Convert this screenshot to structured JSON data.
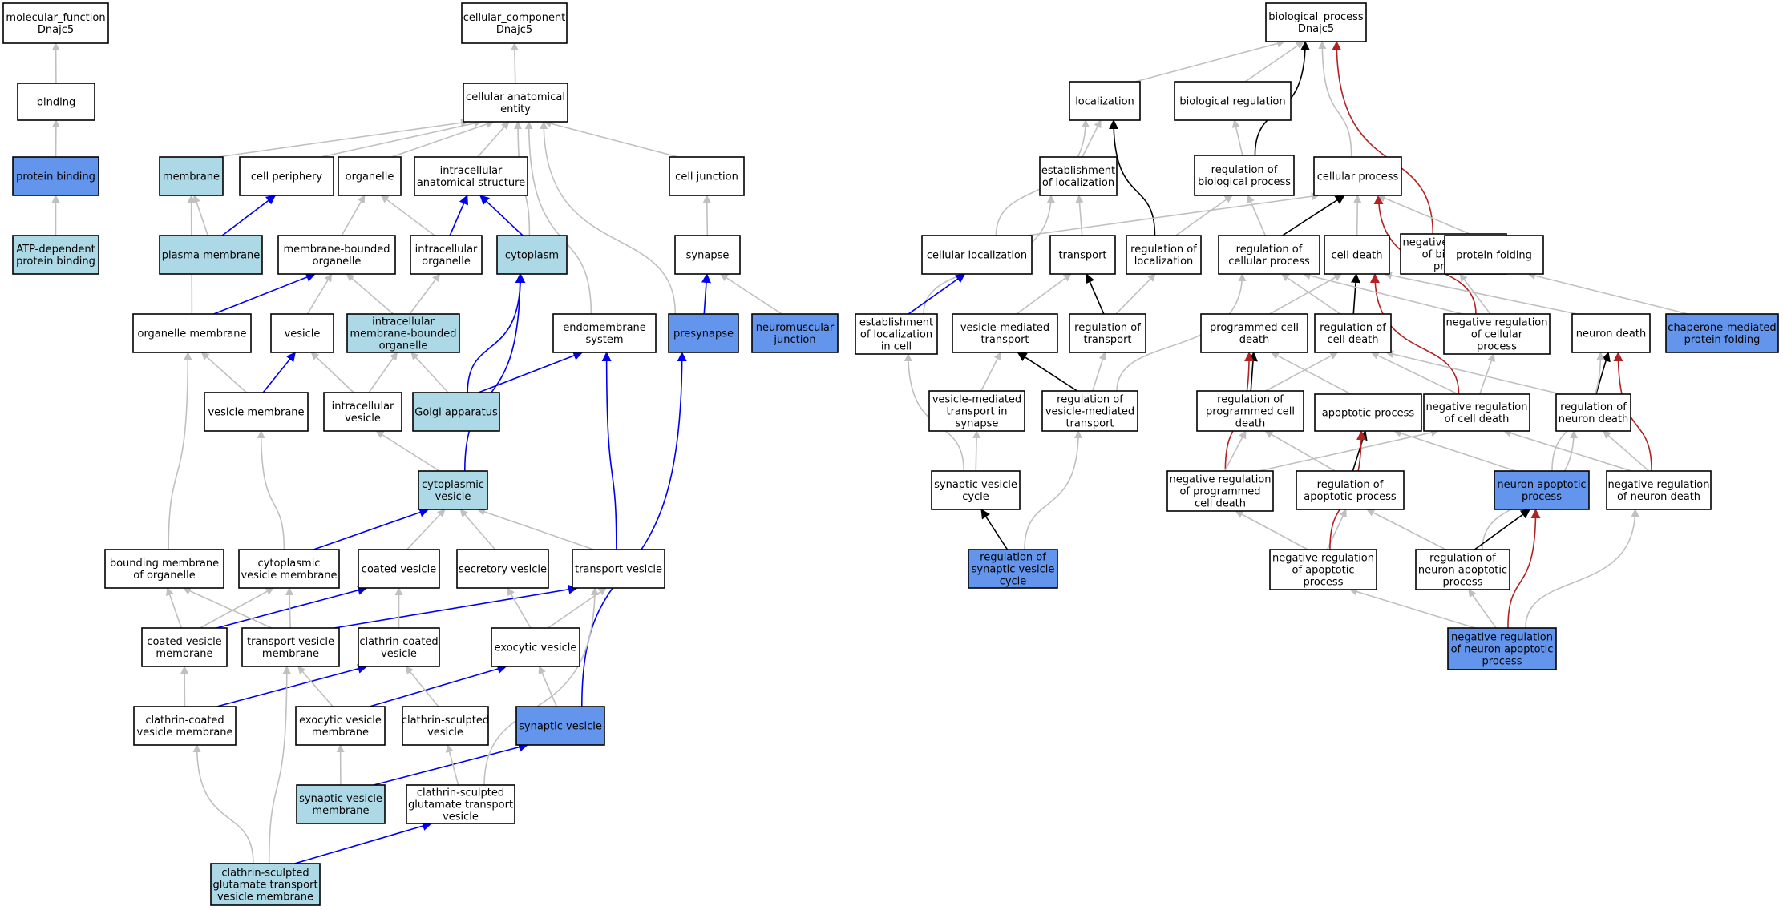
{
  "colors": {
    "plain": "#ffffff",
    "light": "#add8e6",
    "dark": "#6495ed",
    "gray": "#c0c0c0",
    "blue": "#0000ee",
    "black": "#000000",
    "red": "#b22222"
  },
  "nodes": {
    "mf": {
      "lines": [
        "molecular_function",
        "Dnajc5"
      ],
      "fill": "plain"
    },
    "binding": {
      "lines": [
        "binding"
      ],
      "fill": "plain"
    },
    "protbind": {
      "lines": [
        "protein binding"
      ],
      "fill": "dark"
    },
    "atpbind": {
      "lines": [
        "ATP-dependent",
        "protein binding"
      ],
      "fill": "light"
    },
    "cc": {
      "lines": [
        "cellular_component",
        "Dnajc5"
      ],
      "fill": "plain"
    },
    "cae": {
      "lines": [
        "cellular anatomical",
        "entity"
      ],
      "fill": "plain"
    },
    "membrane": {
      "lines": [
        "membrane"
      ],
      "fill": "light"
    },
    "cellper": {
      "lines": [
        "cell periphery"
      ],
      "fill": "plain"
    },
    "organelle": {
      "lines": [
        "organelle"
      ],
      "fill": "plain"
    },
    "intraanat": {
      "lines": [
        "intracellular",
        "anatomical structure"
      ],
      "fill": "plain"
    },
    "celljunc": {
      "lines": [
        "cell junction"
      ],
      "fill": "plain"
    },
    "plasmamem": {
      "lines": [
        "plasma membrane"
      ],
      "fill": "light"
    },
    "membound": {
      "lines": [
        "membrane-bounded",
        "organelle"
      ],
      "fill": "plain"
    },
    "intraorg": {
      "lines": [
        "intracellular",
        "organelle"
      ],
      "fill": "plain"
    },
    "cytoplasm": {
      "lines": [
        "cytoplasm"
      ],
      "fill": "light"
    },
    "synapse": {
      "lines": [
        "synapse"
      ],
      "fill": "plain"
    },
    "orgmem": {
      "lines": [
        "organelle membrane"
      ],
      "fill": "plain"
    },
    "vesicle": {
      "lines": [
        "vesicle"
      ],
      "fill": "plain"
    },
    "intramemorg": {
      "lines": [
        "intracellular",
        "membrane-bounded",
        "organelle"
      ],
      "fill": "light"
    },
    "endomem": {
      "lines": [
        "endomembrane",
        "system"
      ],
      "fill": "plain"
    },
    "presynapse": {
      "lines": [
        "presynapse"
      ],
      "fill": "dark"
    },
    "nmj": {
      "lines": [
        "neuromuscular",
        "junction"
      ],
      "fill": "dark"
    },
    "vesmem": {
      "lines": [
        "vesicle membrane"
      ],
      "fill": "plain"
    },
    "intraves": {
      "lines": [
        "intracellular",
        "vesicle"
      ],
      "fill": "plain"
    },
    "golgi": {
      "lines": [
        "Golgi apparatus"
      ],
      "fill": "light"
    },
    "cytoves": {
      "lines": [
        "cytoplasmic",
        "vesicle"
      ],
      "fill": "light"
    },
    "boundmem": {
      "lines": [
        "bounding membrane",
        "of organelle"
      ],
      "fill": "plain"
    },
    "cytovesmem": {
      "lines": [
        "cytoplasmic",
        "vesicle membrane"
      ],
      "fill": "plain"
    },
    "coatedves": {
      "lines": [
        "coated vesicle"
      ],
      "fill": "plain"
    },
    "secretves": {
      "lines": [
        "secretory vesicle"
      ],
      "fill": "plain"
    },
    "transves": {
      "lines": [
        "transport vesicle"
      ],
      "fill": "plain"
    },
    "coatedvesmem": {
      "lines": [
        "coated vesicle",
        "membrane"
      ],
      "fill": "plain"
    },
    "transvesmem": {
      "lines": [
        "transport vesicle",
        "membrane"
      ],
      "fill": "plain"
    },
    "clathves": {
      "lines": [
        "clathrin-coated",
        "vesicle"
      ],
      "fill": "plain"
    },
    "exoves": {
      "lines": [
        "exocytic vesicle"
      ],
      "fill": "plain"
    },
    "clathvesmem": {
      "lines": [
        "clathrin-coated",
        "vesicle membrane"
      ],
      "fill": "plain"
    },
    "exovesmem": {
      "lines": [
        "exocytic vesicle",
        "membrane"
      ],
      "fill": "plain"
    },
    "clathsculpt": {
      "lines": [
        "clathrin-sculpted",
        "vesicle"
      ],
      "fill": "plain"
    },
    "synves": {
      "lines": [
        "synaptic vesicle"
      ],
      "fill": "dark"
    },
    "synvesmem": {
      "lines": [
        "synaptic vesicle",
        "membrane"
      ],
      "fill": "light"
    },
    "csgtv": {
      "lines": [
        "clathrin-sculpted",
        "glutamate transport",
        "vesicle"
      ],
      "fill": "plain"
    },
    "csgtvm": {
      "lines": [
        "clathrin-sculpted",
        "glutamate transport",
        "vesicle membrane"
      ],
      "fill": "light"
    },
    "bp": {
      "lines": [
        "biological_process",
        "Dnajc5"
      ],
      "fill": "plain"
    },
    "localiz": {
      "lines": [
        "localization"
      ],
      "fill": "plain"
    },
    "bioreg": {
      "lines": [
        "biological regulation"
      ],
      "fill": "plain"
    },
    "estloc": {
      "lines": [
        "establishment",
        "of localization"
      ],
      "fill": "plain"
    },
    "regbio": {
      "lines": [
        "regulation of",
        "biological process"
      ],
      "fill": "plain"
    },
    "cellproc": {
      "lines": [
        "cellular process"
      ],
      "fill": "plain"
    },
    "cellloc": {
      "lines": [
        "cellular localization"
      ],
      "fill": "plain"
    },
    "transport": {
      "lines": [
        "transport"
      ],
      "fill": "plain"
    },
    "regloc": {
      "lines": [
        "regulation of",
        "localization"
      ],
      "fill": "plain"
    },
    "regcell": {
      "lines": [
        "regulation of",
        "cellular process"
      ],
      "fill": "plain"
    },
    "celldeath": {
      "lines": [
        "cell death"
      ],
      "fill": "plain"
    },
    "negregbio": {
      "lines": [
        "negative regulation",
        "of biological",
        "process"
      ],
      "fill": "plain"
    },
    "protfold": {
      "lines": [
        "protein folding"
      ],
      "fill": "plain"
    },
    "estlocincell": {
      "lines": [
        "establishment",
        "of localization",
        "in cell"
      ],
      "fill": "plain"
    },
    "vmt": {
      "lines": [
        "vesicle-mediated",
        "transport"
      ],
      "fill": "plain"
    },
    "regtrans": {
      "lines": [
        "regulation of",
        "transport"
      ],
      "fill": "plain"
    },
    "pcd": {
      "lines": [
        "programmed cell",
        "death"
      ],
      "fill": "plain"
    },
    "regcd": {
      "lines": [
        "regulation of",
        "cell death"
      ],
      "fill": "plain"
    },
    "negregcell": {
      "lines": [
        "negative regulation",
        "of cellular",
        "process"
      ],
      "fill": "plain"
    },
    "neurondeath": {
      "lines": [
        "neuron death"
      ],
      "fill": "plain"
    },
    "chapfold": {
      "lines": [
        "chaperone-mediated",
        "protein folding"
      ],
      "fill": "dark"
    },
    "vmtsyn": {
      "lines": [
        "vesicle-mediated",
        "transport in",
        "synapse"
      ],
      "fill": "plain"
    },
    "regvmt": {
      "lines": [
        "regulation of",
        "vesicle-mediated",
        "transport"
      ],
      "fill": "plain"
    },
    "regpcd": {
      "lines": [
        "regulation of",
        "programmed cell",
        "death"
      ],
      "fill": "plain"
    },
    "apop": {
      "lines": [
        "apoptotic process"
      ],
      "fill": "plain"
    },
    "negregcd": {
      "lines": [
        "negative regulation",
        "of cell death"
      ],
      "fill": "plain"
    },
    "regnd": {
      "lines": [
        "regulation of",
        "neuron death"
      ],
      "fill": "plain"
    },
    "synvc": {
      "lines": [
        "synaptic vesicle",
        "cycle"
      ],
      "fill": "plain"
    },
    "negregpcd": {
      "lines": [
        "negative regulation",
        "of programmed",
        "cell death"
      ],
      "fill": "plain"
    },
    "regapop": {
      "lines": [
        "regulation of",
        "apoptotic process"
      ],
      "fill": "plain"
    },
    "neuronapop": {
      "lines": [
        "neuron apoptotic",
        "process"
      ],
      "fill": "dark"
    },
    "negregnd": {
      "lines": [
        "negative regulation",
        "of neuron death"
      ],
      "fill": "plain"
    },
    "regsvc": {
      "lines": [
        "regulation of",
        "synaptic vesicle",
        "cycle"
      ],
      "fill": "dark"
    },
    "negregapop": {
      "lines": [
        "negative regulation",
        "of apoptotic",
        "process"
      ],
      "fill": "plain"
    },
    "regnap": {
      "lines": [
        "regulation of",
        "neuron apoptotic",
        "process"
      ],
      "fill": "plain"
    },
    "negregnap": {
      "lines": [
        "negative regulation",
        "of neuron apoptotic",
        "process"
      ],
      "fill": "dark"
    }
  },
  "edges": [
    [
      "binding",
      "mf",
      "gray"
    ],
    [
      "protbind",
      "binding",
      "gray"
    ],
    [
      "atpbind",
      "protbind",
      "gray"
    ],
    [
      "cae",
      "cc",
      "gray"
    ],
    [
      "membrane",
      "cae",
      "gray"
    ],
    [
      "cellper",
      "cae",
      "gray"
    ],
    [
      "organelle",
      "cae",
      "gray"
    ],
    [
      "intraanat",
      "cae",
      "gray"
    ],
    [
      "celljunc",
      "cae",
      "gray"
    ],
    [
      "cytoplasm",
      "cae",
      "gray"
    ],
    [
      "endomem",
      "cae",
      "gray"
    ],
    [
      "presynapse",
      "cae",
      "gray"
    ],
    [
      "plasmamem",
      "membrane",
      "gray"
    ],
    [
      "plasmamem",
      "cellper",
      "blue"
    ],
    [
      "membound",
      "organelle",
      "gray"
    ],
    [
      "intraorg",
      "organelle",
      "gray"
    ],
    [
      "intraorg",
      "intraanat",
      "blue"
    ],
    [
      "cytoplasm",
      "intraanat",
      "blue"
    ],
    [
      "synapse",
      "celljunc",
      "gray"
    ],
    [
      "orgmem",
      "membrane",
      "gray"
    ],
    [
      "orgmem",
      "membound",
      "blue"
    ],
    [
      "vesicle",
      "membound",
      "gray"
    ],
    [
      "intramemorg",
      "membound",
      "gray"
    ],
    [
      "intramemorg",
      "intraorg",
      "gray"
    ],
    [
      "presynapse",
      "synapse",
      "blue"
    ],
    [
      "nmj",
      "synapse",
      "gray"
    ],
    [
      "vesmem",
      "orgmem",
      "gray"
    ],
    [
      "vesmem",
      "vesicle",
      "blue"
    ],
    [
      "intraves",
      "vesicle",
      "gray"
    ],
    [
      "intraves",
      "intramemorg",
      "gray"
    ],
    [
      "golgi",
      "intramemorg",
      "gray"
    ],
    [
      "golgi",
      "cytoplasm",
      "blue"
    ],
    [
      "golgi",
      "endomem",
      "blue"
    ],
    [
      "cytoves",
      "intraves",
      "gray"
    ],
    [
      "cytoves",
      "cytoplasm",
      "blue"
    ],
    [
      "boundmem",
      "orgmem",
      "gray"
    ],
    [
      "cytovesmem",
      "vesmem",
      "gray"
    ],
    [
      "cytovesmem",
      "cytoves",
      "blue"
    ],
    [
      "coatedves",
      "cytoves",
      "gray"
    ],
    [
      "secretves",
      "cytoves",
      "gray"
    ],
    [
      "transves",
      "cytoves",
      "gray"
    ],
    [
      "transves",
      "endomem",
      "blue"
    ],
    [
      "coatedvesmem",
      "boundmem",
      "gray"
    ],
    [
      "coatedvesmem",
      "cytovesmem",
      "gray"
    ],
    [
      "coatedvesmem",
      "coatedves",
      "blue"
    ],
    [
      "transvesmem",
      "boundmem",
      "gray"
    ],
    [
      "transvesmem",
      "cytovesmem",
      "gray"
    ],
    [
      "transvesmem",
      "transves",
      "blue"
    ],
    [
      "clathves",
      "coatedves",
      "gray"
    ],
    [
      "exoves",
      "secretves",
      "gray"
    ],
    [
      "exoves",
      "transves",
      "gray"
    ],
    [
      "clathvesmem",
      "coatedvesmem",
      "gray"
    ],
    [
      "clathvesmem",
      "clathves",
      "blue"
    ],
    [
      "exovesmem",
      "transvesmem",
      "gray"
    ],
    [
      "exovesmem",
      "exoves",
      "blue"
    ],
    [
      "clathsculpt",
      "clathves",
      "gray"
    ],
    [
      "synves",
      "exoves",
      "gray"
    ],
    [
      "synves",
      "presynapse",
      "blue"
    ],
    [
      "synvesmem",
      "exovesmem",
      "gray"
    ],
    [
      "synvesmem",
      "synves",
      "blue"
    ],
    [
      "csgtv",
      "clathsculpt",
      "gray"
    ],
    [
      "csgtv",
      "transves",
      "gray"
    ],
    [
      "csgtvm",
      "clathvesmem",
      "gray"
    ],
    [
      "csgtvm",
      "transvesmem",
      "gray"
    ],
    [
      "csgtvm",
      "csgtv",
      "blue"
    ],
    [
      "localiz",
      "bp",
      "gray"
    ],
    [
      "bioreg",
      "bp",
      "gray"
    ],
    [
      "regbio",
      "bp",
      "black"
    ],
    [
      "cellproc",
      "bp",
      "gray"
    ],
    [
      "negregbio",
      "bp",
      "red"
    ],
    [
      "estloc",
      "localiz",
      "gray"
    ],
    [
      "cellloc",
      "localiz",
      "gray"
    ],
    [
      "regloc",
      "localiz",
      "black"
    ],
    [
      "regbio",
      "bioreg",
      "gray"
    ],
    [
      "transport",
      "estloc",
      "gray"
    ],
    [
      "estlocincell",
      "estloc",
      "gray"
    ],
    [
      "regloc",
      "regbio",
      "gray"
    ],
    [
      "regcell",
      "regbio",
      "gray"
    ],
    [
      "cellloc",
      "cellproc",
      "gray"
    ],
    [
      "regcell",
      "cellproc",
      "black"
    ],
    [
      "celldeath",
      "cellproc",
      "gray"
    ],
    [
      "negregcell",
      "cellproc",
      "red"
    ],
    [
      "protfold",
      "cellproc",
      "gray"
    ],
    [
      "estlocincell",
      "cellloc",
      "blue"
    ],
    [
      "vmt",
      "transport",
      "gray"
    ],
    [
      "regtrans",
      "transport",
      "black"
    ],
    [
      "regtrans",
      "regloc",
      "gray"
    ],
    [
      "pcd",
      "celldeath",
      "gray"
    ],
    [
      "regcd",
      "celldeath",
      "black"
    ],
    [
      "negregcd",
      "celldeath",
      "red"
    ],
    [
      "neurondeath",
      "celldeath",
      "gray"
    ],
    [
      "regcd",
      "regcell",
      "gray"
    ],
    [
      "negregcell",
      "regcell",
      "gray"
    ],
    [
      "negregcell",
      "negregbio",
      "gray"
    ],
    [
      "chapfold",
      "protfold",
      "gray"
    ],
    [
      "vmtsyn",
      "vmt",
      "gray"
    ],
    [
      "regvmt",
      "vmt",
      "black"
    ],
    [
      "regvmt",
      "regtrans",
      "gray"
    ],
    [
      "regvmt",
      "regcell",
      "gray"
    ],
    [
      "regpcd",
      "pcd",
      "black"
    ],
    [
      "apop",
      "pcd",
      "gray"
    ],
    [
      "regpcd",
      "regcd",
      "gray"
    ],
    [
      "negregcd",
      "regcd",
      "gray"
    ],
    [
      "negregcd",
      "negregcell",
      "gray"
    ],
    [
      "regnd",
      "regcd",
      "gray"
    ],
    [
      "regnd",
      "neurondeath",
      "black"
    ],
    [
      "neuronapop",
      "neurondeath",
      "gray"
    ],
    [
      "negregnd",
      "neurondeath",
      "red"
    ],
    [
      "synvc",
      "estlocincell",
      "gray"
    ],
    [
      "synvc",
      "vmtsyn",
      "gray"
    ],
    [
      "regsvc",
      "synvc",
      "black"
    ],
    [
      "regsvc",
      "regvmt",
      "gray"
    ],
    [
      "negregpcd",
      "pcd",
      "red"
    ],
    [
      "negregpcd",
      "regpcd",
      "gray"
    ],
    [
      "negregpcd",
      "negregcd",
      "gray"
    ],
    [
      "regapop",
      "regpcd",
      "gray"
    ],
    [
      "regapop",
      "apop",
      "black"
    ],
    [
      "neuronapop",
      "apop",
      "gray"
    ],
    [
      "negregnd",
      "regnd",
      "gray"
    ],
    [
      "negregnd",
      "negregcd",
      "gray"
    ],
    [
      "negregapop",
      "negregpcd",
      "gray"
    ],
    [
      "negregapop",
      "regapop",
      "gray"
    ],
    [
      "negregapop",
      "apop",
      "red"
    ],
    [
      "regnap",
      "regapop",
      "gray"
    ],
    [
      "regnap",
      "regnd",
      "gray"
    ],
    [
      "regnap",
      "neuronapop",
      "black"
    ],
    [
      "negregnap",
      "negregapop",
      "gray"
    ],
    [
      "negregnap",
      "regnap",
      "gray"
    ],
    [
      "negregnap",
      "neuronapop",
      "red"
    ],
    [
      "negregnap",
      "negregnd",
      "gray"
    ]
  ]
}
